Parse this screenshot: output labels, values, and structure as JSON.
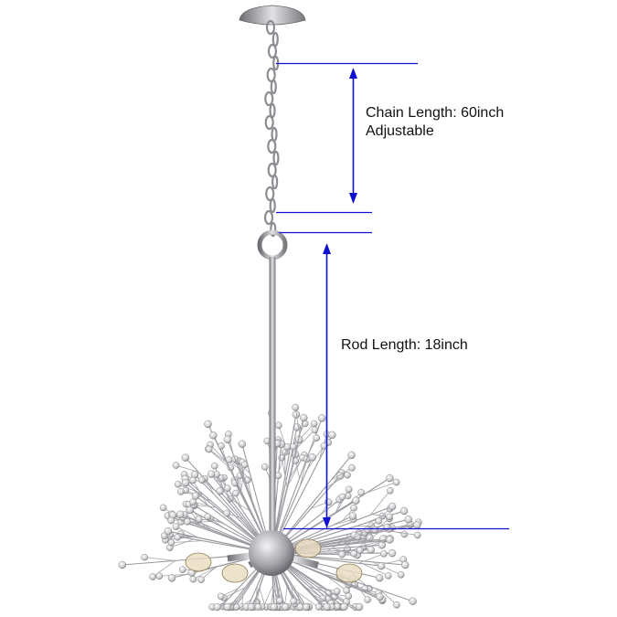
{
  "annotations": {
    "chain_label": "Chain Length: 60inch",
    "chain_sub": "Adjustable",
    "rod_label": "Rod Length: 18inch"
  },
  "colors": {
    "dimension_line": "#1010d0",
    "metal": "#a9a9ad",
    "text": "#111111"
  },
  "icons": [
    "chandelier-image",
    "dimension-arrow"
  ]
}
